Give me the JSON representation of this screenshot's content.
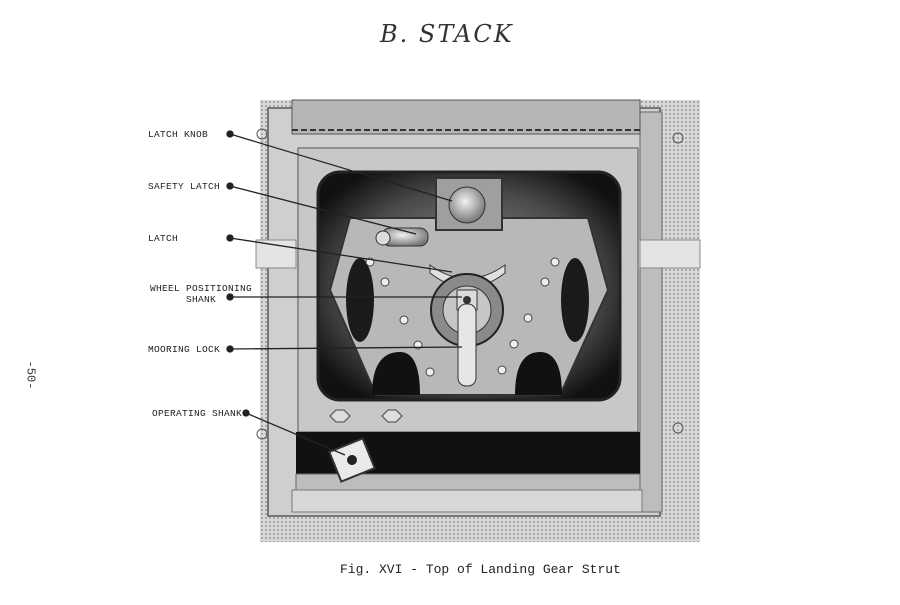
{
  "header": {
    "handwritten": "B. STACK"
  },
  "page_number": "-50-",
  "callouts": [
    {
      "label": "LATCH KNOB"
    },
    {
      "label": "SAFETY LATCH"
    },
    {
      "label": "LATCH"
    },
    {
      "label": "WHEEL POSITIONING\nSHANK"
    },
    {
      "label": "MOORING LOCK"
    },
    {
      "label": "OPERATING SHANK"
    }
  ],
  "caption": "Fig. XVI - Top of Landing Gear Strut"
}
